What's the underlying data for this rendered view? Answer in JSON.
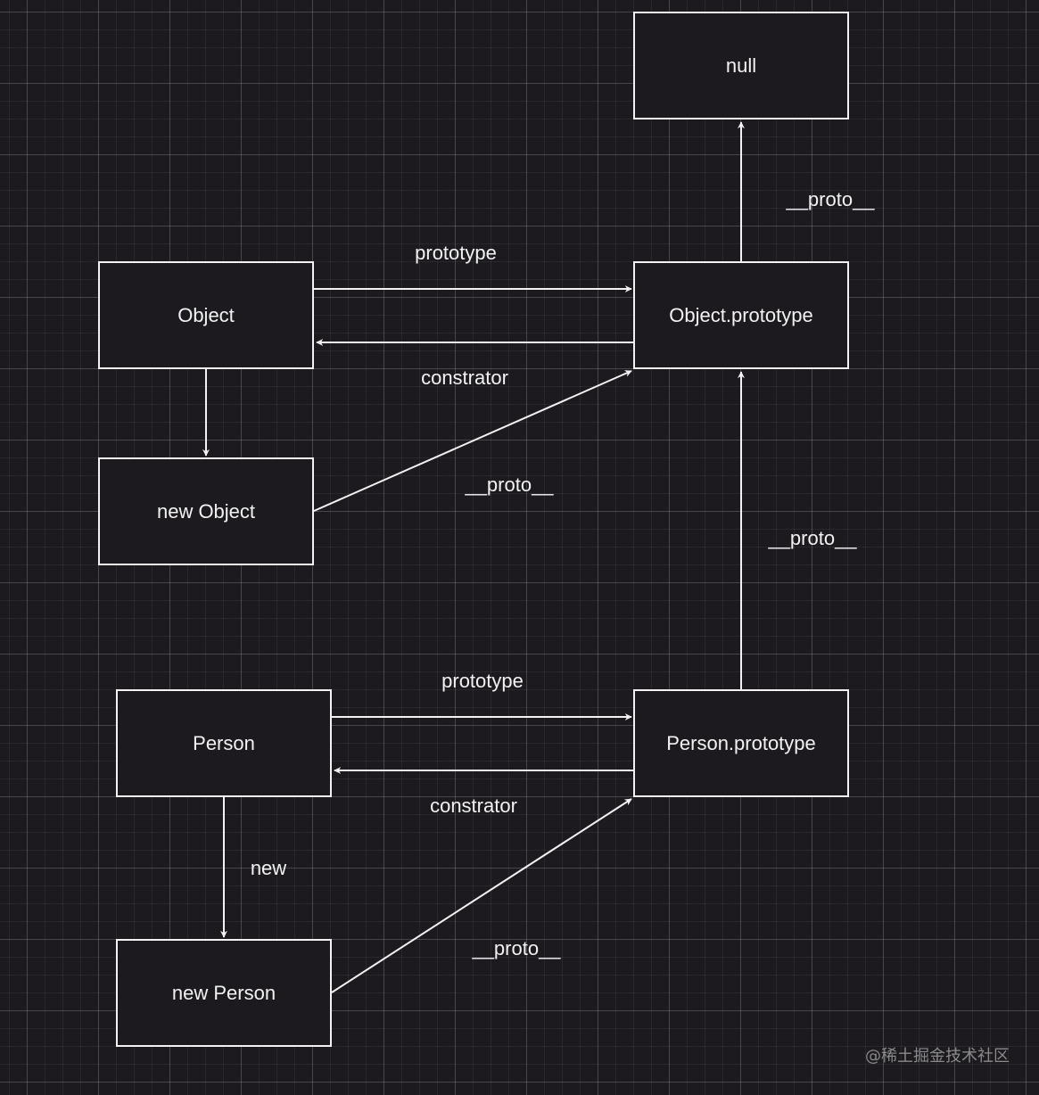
{
  "nodes": {
    "null": "null",
    "object_prototype": "Object.prototype",
    "object": "Object",
    "new_object": "new Object",
    "person": "Person",
    "person_prototype": "Person.prototype",
    "new_person": "new Person"
  },
  "edge_labels": {
    "obj_proto_to_null": "__proto__",
    "object_prototype": "prototype",
    "object_constructor": "constrator",
    "new_object_proto": "__proto__",
    "person_proto_to_object_proto": "__proto__",
    "person_prototype": "prototype",
    "person_constructor": "constrator",
    "person_new": "new",
    "new_person_proto": "__proto__"
  },
  "watermark": "@稀土掘金技术社区",
  "colors": {
    "background": "#1c1a1f",
    "stroke": "#f2f2f2"
  }
}
